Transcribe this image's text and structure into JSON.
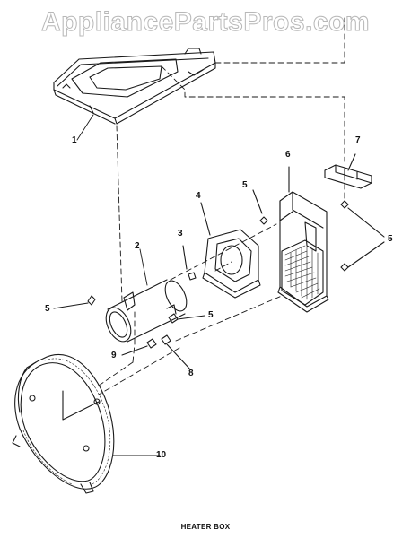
{
  "watermark": "AppliancePartsPros.com",
  "caption": "HEATER BOX",
  "callouts": {
    "c1": "1",
    "c2": "2",
    "c3": "3",
    "c4": "4",
    "c5a": "5",
    "c5b": "5",
    "c5c": "5",
    "c5d": "5",
    "c6": "6",
    "c7": "7",
    "c8": "8",
    "c9": "9",
    "c10": "10"
  }
}
